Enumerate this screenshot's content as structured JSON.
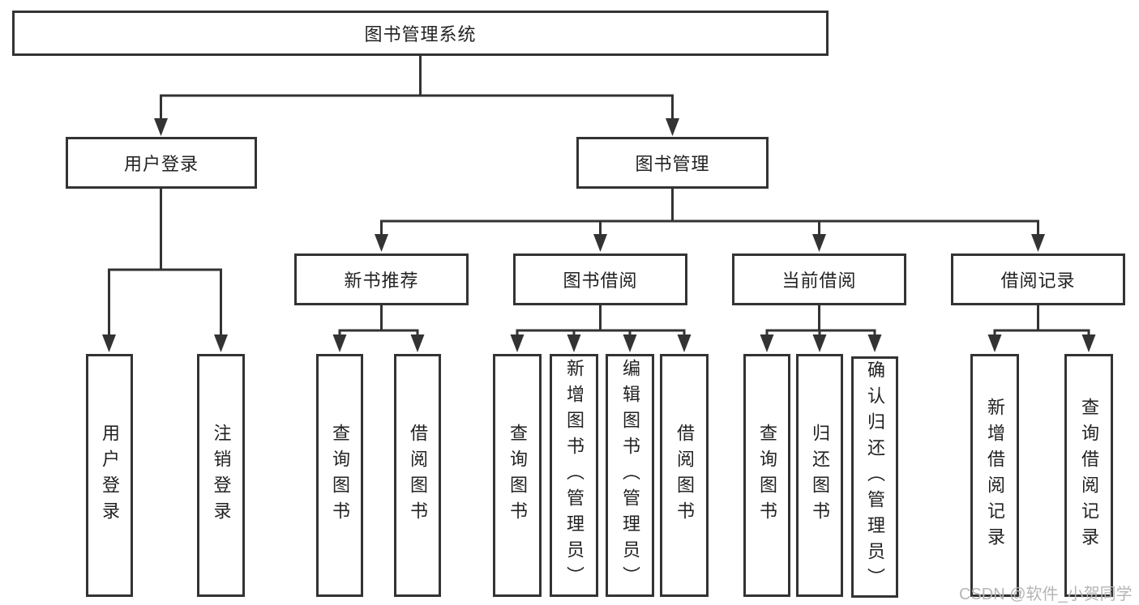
{
  "root": {
    "label": "图书管理系统"
  },
  "level2": {
    "user_login": {
      "label": "用户登录",
      "children": [
        "用户登录",
        "注销登录"
      ]
    },
    "book_mgmt": {
      "label": "图书管理"
    }
  },
  "level3": {
    "new_book": {
      "label": "新书推荐",
      "children": [
        "查询图书",
        "借阅图书"
      ]
    },
    "borrow": {
      "label": "图书借阅",
      "children": [
        "查询图书",
        "新增图书（管理员）",
        "编辑图书（管理员）",
        "借阅图书"
      ]
    },
    "current": {
      "label": "当前借阅",
      "children": [
        "查询图书",
        "归还图书",
        "确认归还（管理员）"
      ]
    },
    "records": {
      "label": "借阅记录",
      "children": [
        "新增借阅记录",
        "查询借阅记录"
      ]
    }
  },
  "watermark": "CSDN @软件_小贺同学",
  "colors": {
    "line": "#333333",
    "text": "#222222",
    "box_background": "#ffffff",
    "watermark": "#b5b5b5",
    "background": "#ffffff"
  }
}
